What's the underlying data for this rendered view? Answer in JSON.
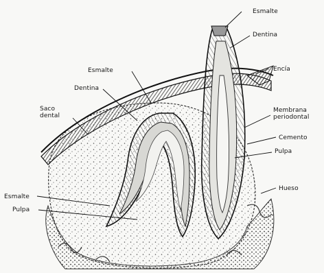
{
  "diagram": {
    "labels": {
      "esmalte_top": "Esmalte",
      "dentina_top": "Dentina",
      "encia": "Encía",
      "membrana": "Membrana\nperiodontal",
      "cemento": "Cemento",
      "pulpa_right": "Pulpa",
      "hueso": "Hueso",
      "esmalte_mid": "Esmalte",
      "dentina_left": "Dentina",
      "saco_dental": "Saco\ndental",
      "esmalte_left": "Esmalte",
      "pulpa_left": "Pulpa"
    }
  }
}
